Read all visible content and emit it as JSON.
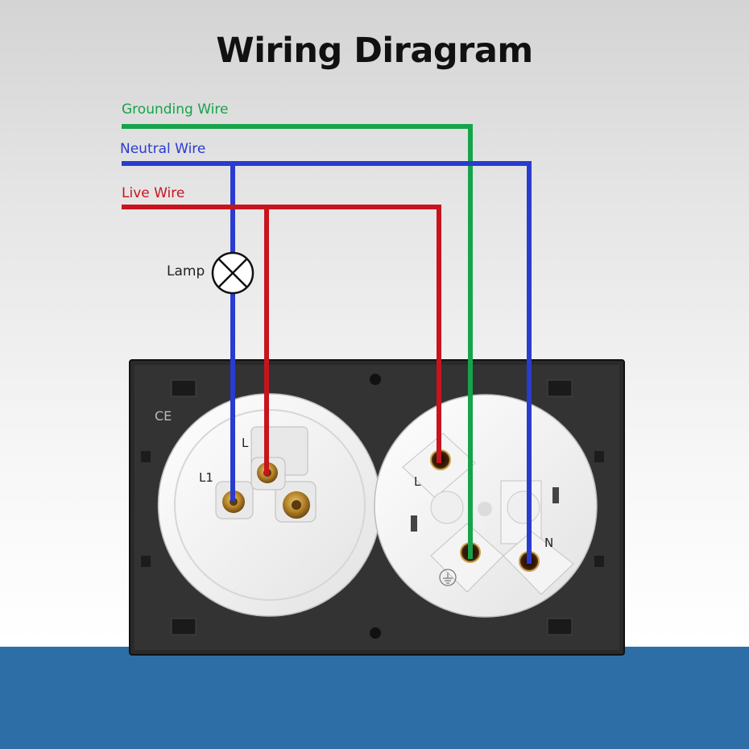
{
  "title": "Wiring Diragram",
  "wires": {
    "grounding": {
      "label": "Grounding Wire",
      "color": "#16a34a"
    },
    "neutral": {
      "label": "Neutral Wire",
      "color": "#2a3bd0"
    },
    "live": {
      "label": "Live Wire",
      "color": "#c8141c"
    }
  },
  "lamp": {
    "label": "Lamp"
  },
  "switch": {
    "terminal_l": "L",
    "terminal_l1": "L1"
  },
  "socket": {
    "terminal_l": "L",
    "terminal_n": "N"
  },
  "colors": {
    "panel": "#2b2b2b",
    "module": "#f2f2f2",
    "band": "#2d6ea7",
    "brass": "#8a6414"
  }
}
